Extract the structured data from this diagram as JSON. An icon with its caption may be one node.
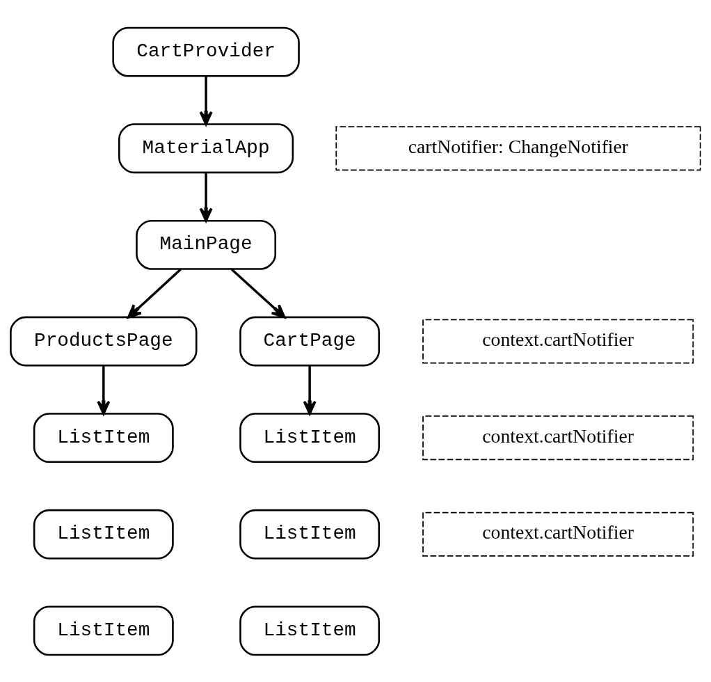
{
  "diagram": {
    "nodes": [
      {
        "text": [
          "CartProvider"
        ]
      },
      {
        "text": [
          "MaterialApp"
        ]
      },
      {
        "text": [
          "MainPage"
        ]
      },
      {
        "text": [
          "ProductsPage"
        ]
      },
      {
        "text": [
          "CartPage"
        ]
      },
      {
        "text": [
          "ListItem"
        ]
      },
      {
        "text": [
          "ListItem"
        ]
      },
      {
        "text": [
          "ListItem"
        ]
      },
      {
        "text": [
          "ListItem"
        ]
      },
      {
        "text": [
          "ListItem"
        ]
      },
      {
        "text": [
          "ListItem"
        ]
      },
      {
        "text": [
          "cartNotifier: ChangeNotifier"
        ]
      },
      {
        "text": [
          "context.cartNotifier"
        ]
      },
      {
        "text": [
          "context.cartNotifier"
        ]
      },
      {
        "text": [
          "context.cartNotifier"
        ]
      }
    ],
    "edges": [
      {
        "from": 0,
        "to": 1,
        "arrow": "to"
      },
      {
        "from": 1,
        "to": 2,
        "arrow": "to"
      },
      {
        "from": 2,
        "to": 3,
        "arrow": "to"
      },
      {
        "from": 2,
        "to": 4,
        "arrow": "to"
      },
      {
        "from": 3,
        "to": 5,
        "arrow": "to"
      },
      {
        "from": 4,
        "to": 8,
        "arrow": "to"
      }
    ]
  }
}
